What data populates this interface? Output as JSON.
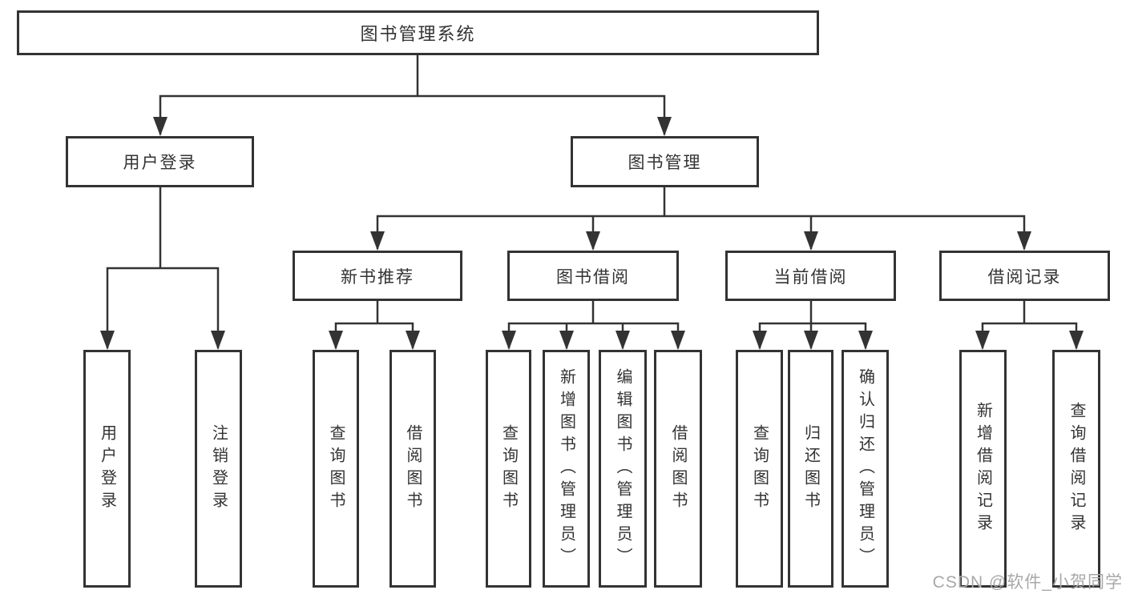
{
  "tree": {
    "root": {
      "label": "图书管理系统",
      "children": [
        {
          "label": "用户登录",
          "children": [
            {
              "label": "用户登录"
            },
            {
              "label": "注销登录"
            }
          ]
        },
        {
          "label": "图书管理",
          "children": [
            {
              "label": "新书推荐",
              "children": [
                {
                  "label": "查询图书"
                },
                {
                  "label": "借阅图书"
                }
              ]
            },
            {
              "label": "图书借阅",
              "children": [
                {
                  "label": "查询图书"
                },
                {
                  "label": "新增图书（管理员）"
                },
                {
                  "label": "编辑图书（管理员）"
                },
                {
                  "label": "借阅图书"
                }
              ]
            },
            {
              "label": "当前借阅",
              "children": [
                {
                  "label": "查询图书"
                },
                {
                  "label": "归还图书"
                },
                {
                  "label": "确认归还（管理员）"
                }
              ]
            },
            {
              "label": "借阅记录",
              "children": [
                {
                  "label": "新增借阅记录"
                },
                {
                  "label": "查询借阅记录"
                }
              ]
            }
          ]
        }
      ]
    }
  },
  "watermark": "CSDN @软件_小贺同学",
  "colors": {
    "line": "#333333",
    "box_bg": "#ffffff",
    "text": "#333333",
    "watermark": "#a8a8a8",
    "background": "#ffffff"
  }
}
